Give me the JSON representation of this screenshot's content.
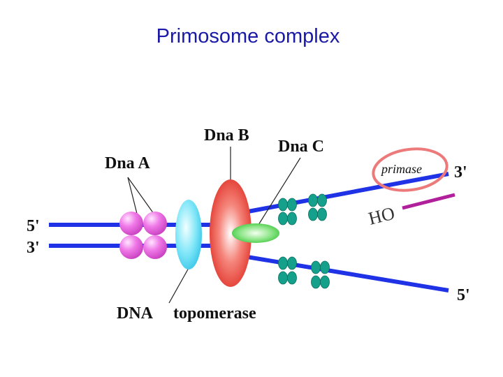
{
  "title": "Primosome complex",
  "labels": {
    "dna_b": "Dna B",
    "dna_c": "Dna C",
    "dna_a": "Dna A",
    "primase": "primase",
    "three_prime_top": "3'",
    "five_prime_left": "5'",
    "three_prime_left": "3'",
    "ho": "HO",
    "five_prime_bottom": "5'",
    "dna": "DNA",
    "topomerase": "topomerase"
  },
  "colors": {
    "title": "#1a1aa6",
    "dna_strand": "#1f32e6",
    "dna_a": "#e85fe0",
    "topomerase": "#60d8f0",
    "dna_b": "#e8302a",
    "dna_c": "#3cc43c",
    "ssb": "#14a08a",
    "primase_ring": "#ec7a7a",
    "rna_primer": "#b0209a"
  }
}
